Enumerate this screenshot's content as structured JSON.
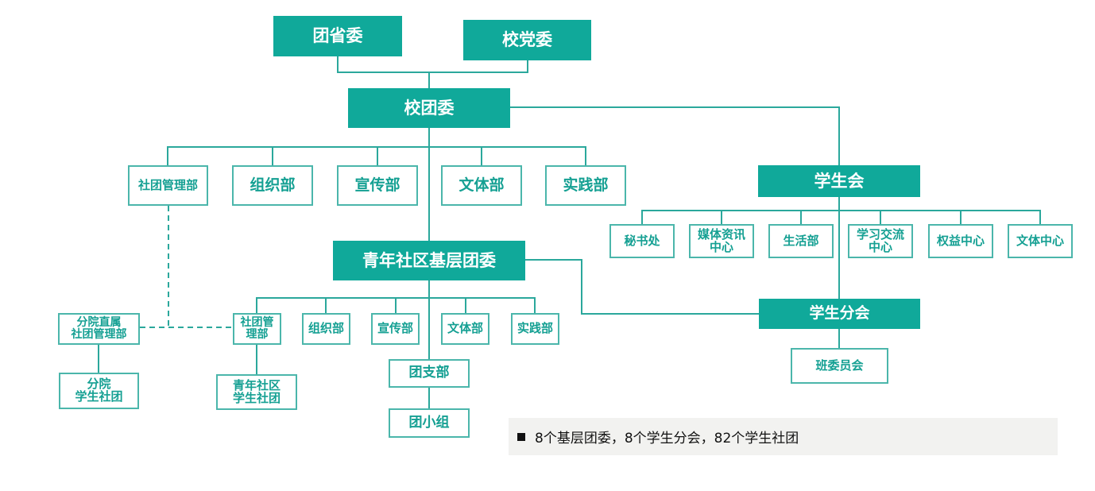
{
  "nodes": {
    "tuan_sheng_wei": "团省委",
    "xiao_dang_wei": "校党委",
    "xiao_tuan_wei": "校团委",
    "xiao_shetuan_guanli": "社团管理部",
    "xiao_zuzhi": "组织部",
    "xiao_xuanchuan": "宣传部",
    "xiao_wenti": "文体部",
    "xiao_shijian": "实践部",
    "xueshenghui": "学生会",
    "xsh_mishu": "秘书处",
    "xsh_meiti": "媒体资讯\n中心",
    "xsh_shenghuo": "生活部",
    "xsh_xuexi": "学习交流\n中心",
    "xsh_quanyi": "权益中心",
    "xsh_wenti": "文体中心",
    "qingnian_tuanwei": "青年社区基层团委",
    "fy_zhishu": "分院直属\n社团管理部",
    "fy_shetuan": "分院\n学生社团",
    "qn_shetuan_guanli": "社团管\n理部",
    "qn_zuzhi": "组织部",
    "qn_xuanchuan": "宣传部",
    "qn_wenti": "文体部",
    "qn_shijian": "实践部",
    "qn_shequ_shetuan": "青年社区\n学生社团",
    "tuan_zhibu": "团支部",
    "tuan_xiaozu": "团小组",
    "xuesheng_fenhui": "学生分会",
    "ban_weiyuanhui": "班委员会"
  },
  "note": {
    "text": "8个基层团委，8个学生分会，82个学生社团"
  },
  "colors": {
    "primary": "#10a99a",
    "line": "#2ba89c",
    "outline_text": "#15a093",
    "note_background": "#f2f2f0"
  }
}
